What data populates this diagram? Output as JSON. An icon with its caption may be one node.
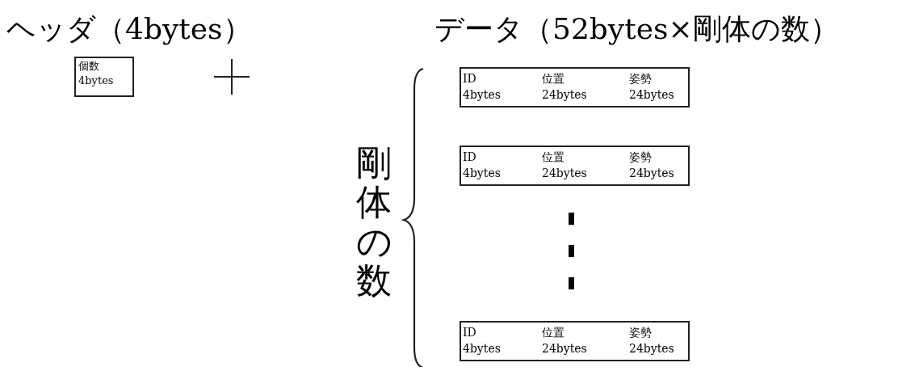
{
  "diagram": {
    "nodes": [
      {
        "text": [
          "個数",
          "4bytes"
        ]
      },
      {
        "text": [
          "ID",
          "4bytes",
          "位置",
          "24bytes",
          "姿勢",
          "24bytes"
        ]
      },
      {
        "text": [
          "ID",
          "4bytes",
          "位置",
          "24bytes",
          "姿勢",
          "24bytes"
        ]
      },
      {
        "text": [
          "ID",
          "4bytes",
          "位置",
          "24bytes",
          "姿勢",
          "24bytes"
        ]
      }
    ],
    "labels": [
      "ヘッダ（4bytes）",
      "データ（52bytes×剛体の数）",
      "剛体の数"
    ]
  }
}
